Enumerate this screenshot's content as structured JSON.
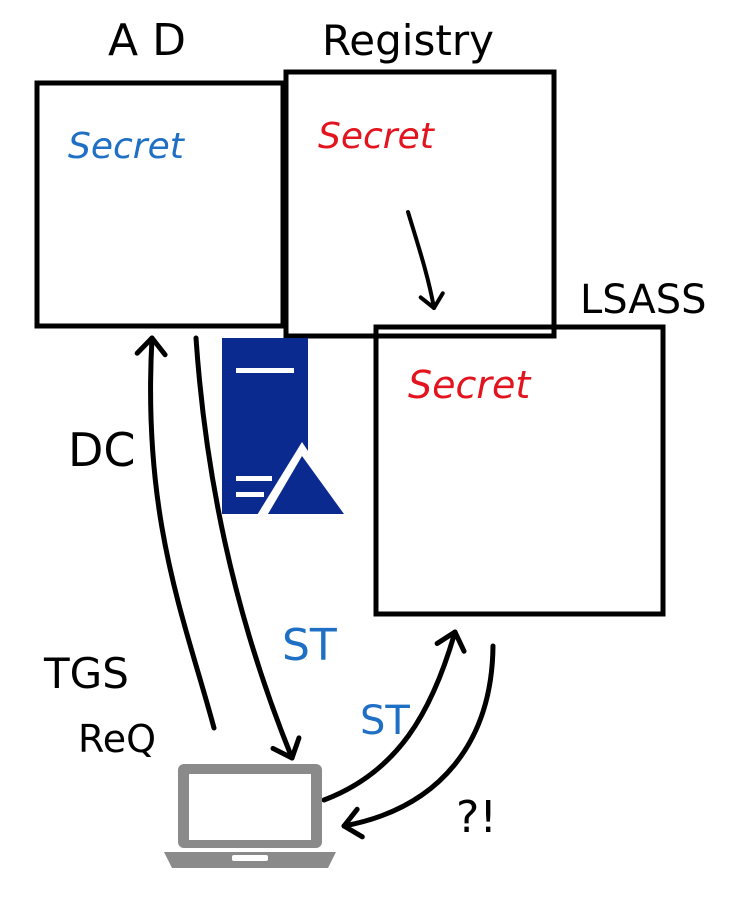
{
  "labels": {
    "ad": "A D",
    "registry": "Registry",
    "lsass": "LSASS",
    "dc": "DC",
    "tgs": "TGS",
    "req": "ReQ",
    "st_left": "ST",
    "st_right": "ST",
    "exclaim": "?!"
  },
  "secrets": {
    "ad": "Secret",
    "registry": "Secret",
    "lsass": "Secret"
  },
  "colors": {
    "blue": "#1f6fc4",
    "red": "#e3141e",
    "server": "#0b2a8f",
    "laptop": "#8a8a8a",
    "ink": "#000000"
  },
  "icons": {
    "server": "server-icon",
    "laptop": "laptop-icon"
  }
}
